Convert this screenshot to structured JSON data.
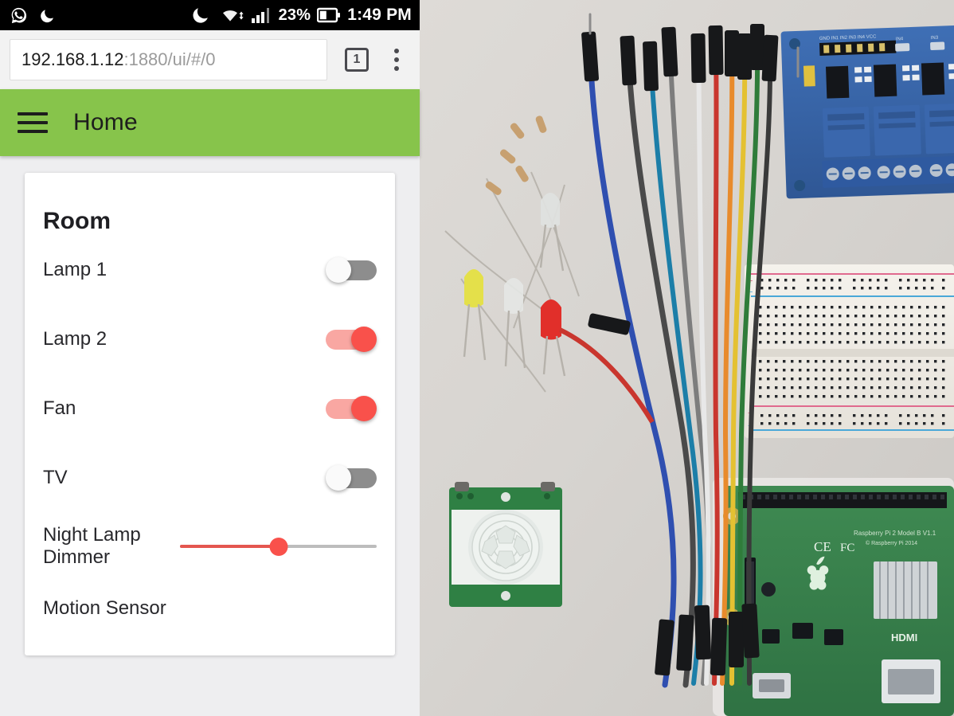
{
  "status_bar": {
    "left_icons": [
      "whatsapp-icon",
      "moon-icon"
    ],
    "right_icons": [
      "moon-icon",
      "wifi-icon",
      "signal-icon",
      "battery-icon"
    ],
    "battery_percent": "23%",
    "time": "1:49 PM"
  },
  "browser": {
    "url_host": "192.168.1.12",
    "url_path": ":1880/ui/#/0",
    "tab_count": "1",
    "overflow_label": "⋮"
  },
  "app_bar": {
    "menu_icon": "hamburger-icon",
    "title": "Home",
    "color": "#87c44b"
  },
  "dashboard": {
    "card_title": "Room",
    "accent_on_color": "#f9514b",
    "accent_off_color": "#8d8d8d",
    "rows": [
      {
        "label": "Lamp 1",
        "type": "switch",
        "state": "off"
      },
      {
        "label": "Lamp 2",
        "type": "switch",
        "state": "on"
      },
      {
        "label": "Fan",
        "type": "switch",
        "state": "on"
      },
      {
        "label": "TV",
        "type": "switch",
        "state": "off"
      },
      {
        "label": "Night Lamp Dimmer",
        "type": "slider",
        "value": 50,
        "min": 0,
        "max": 100
      },
      {
        "label": "Motion Sensor",
        "type": "text"
      }
    ]
  },
  "photo": {
    "caption": "electronics-components-photo",
    "items": [
      "raspberry-pi-2-model-b",
      "four-channel-relay-module",
      "solderless-breadboard",
      "pir-motion-sensor",
      "leds",
      "resistors",
      "jumper-wires"
    ],
    "pi_silkscreen": "Raspberry Pi 2 Model B V1.1",
    "pi_port_label": "HDMI"
  }
}
